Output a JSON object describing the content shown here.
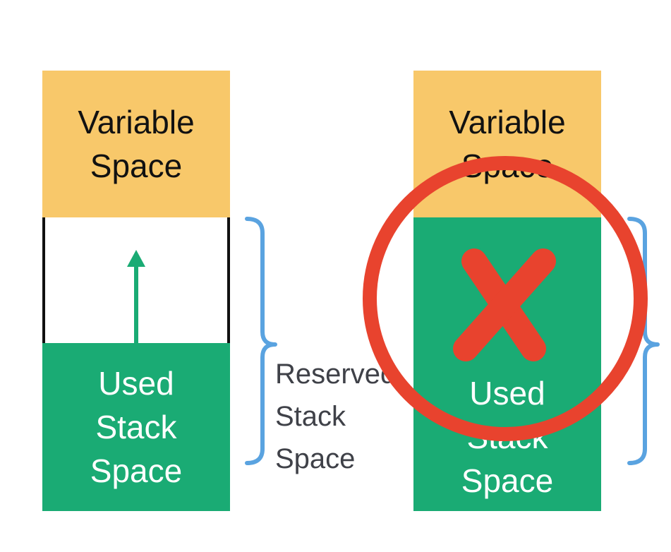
{
  "colors": {
    "variable_space": "#f8c86a",
    "used_stack": "#1aab74",
    "empty_border": "#111111",
    "arrow": "#1aab74",
    "bracket": "#5aa3e0",
    "reject_mark": "#e8432e",
    "label_text": "#3f4148"
  },
  "left_panel": {
    "variable_space": "Variable\nSpace",
    "used_stack": "Used\nStack\nSpace",
    "reserved_label": "Reserved\nStack\nSpace"
  },
  "right_panel": {
    "variable_space": "Variable\nSpace",
    "used_stack": "Used\nStack\nSpace"
  },
  "icons": {
    "growth_arrow": "arrow-up-icon",
    "reserved_bracket": "curly-brace-icon",
    "reject_mark": "cross-circle-icon"
  }
}
